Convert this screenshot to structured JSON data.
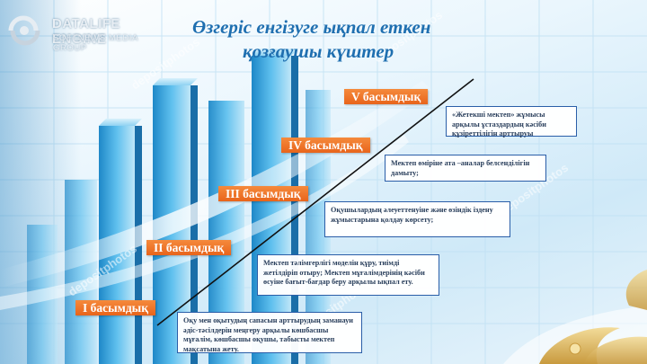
{
  "logo": {
    "name": "DATALIFE ENGINE",
    "subtitle": "SOFTNEWS MEDIA GROUP"
  },
  "title": {
    "line1": "Өзгеріс енгізуге ықпал еткен",
    "line2": "қозғаушы күштер"
  },
  "levels": [
    {
      "label": "I басымдық",
      "description": "Оқу мен оқытудың сапасын арттырудың заманауи әдіс-тәсілдерін меңгеру арқылы көшбасшы мұғалім, көшбасшы оқушы, табысты мектеп мақсатына жету."
    },
    {
      "label": "II басымдық",
      "description": "Мектеп тәлімгерлігі моделін құру, тиімді жетілдіріп отыру; Мектеп мұғалімдерінің кәсіби өсуіне бағыт-бағдар беру арқылы ықпал ету."
    },
    {
      "label": "III басымдық",
      "description": "Оқушылардың әлеуеттенуіне және өзіндік іздену жұмыстарына қолдау көрсету;"
    },
    {
      "label": "IV басымдық",
      "description": "Мектеп өміріне ата –аналар белсенділігін дамыту;"
    },
    {
      "label": "V басымдық",
      "description": "«Жетекші мектеп» жұмысы арқылы ұстаздардың кәсіби құзіреттілігін арттыруы"
    }
  ],
  "colors": {
    "title": "#1f6fb0",
    "level_bg": "#ee7428",
    "box_border": "#2a5ea8",
    "bars": "#3aa3dd"
  },
  "watermark": "depositphotos"
}
